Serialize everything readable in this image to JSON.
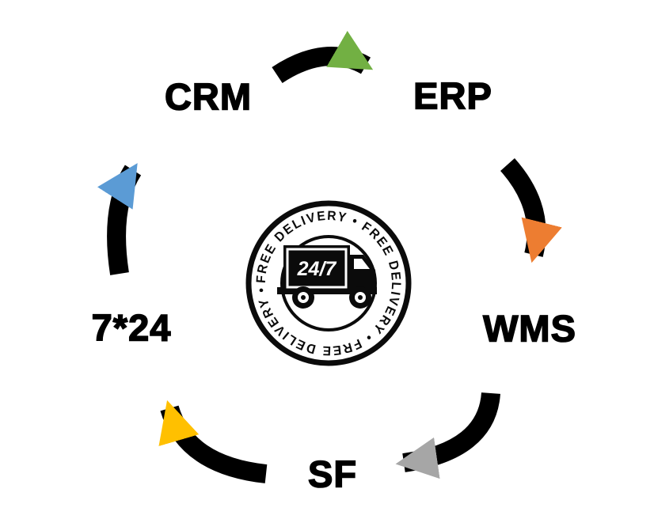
{
  "diagram": {
    "title_hint": "system-cycle-diagram",
    "nodes": [
      {
        "id": "crm",
        "label": "CRM"
      },
      {
        "id": "erp",
        "label": "ERP"
      },
      {
        "id": "wms",
        "label": "WMS"
      },
      {
        "id": "sf",
        "label": "SF"
      },
      {
        "id": "724",
        "label": "7*24"
      }
    ],
    "arrows": [
      {
        "from": "CRM",
        "to": "ERP",
        "color": "#72B043"
      },
      {
        "from": "ERP",
        "to": "WMS",
        "color": "#ED7D31"
      },
      {
        "from": "WMS",
        "to": "SF",
        "color": "#A6A6A6"
      },
      {
        "from": "SF",
        "to": "7*24",
        "color": "#FFC000"
      },
      {
        "from": "7*24",
        "to": "CRM",
        "color": "#5B9BD5"
      }
    ],
    "badge": {
      "ring_text": "FREE DELIVERY • FREE DELIVERY • FREE DELIVERY • ",
      "truck_label": "24/7",
      "color": "#000000"
    }
  }
}
